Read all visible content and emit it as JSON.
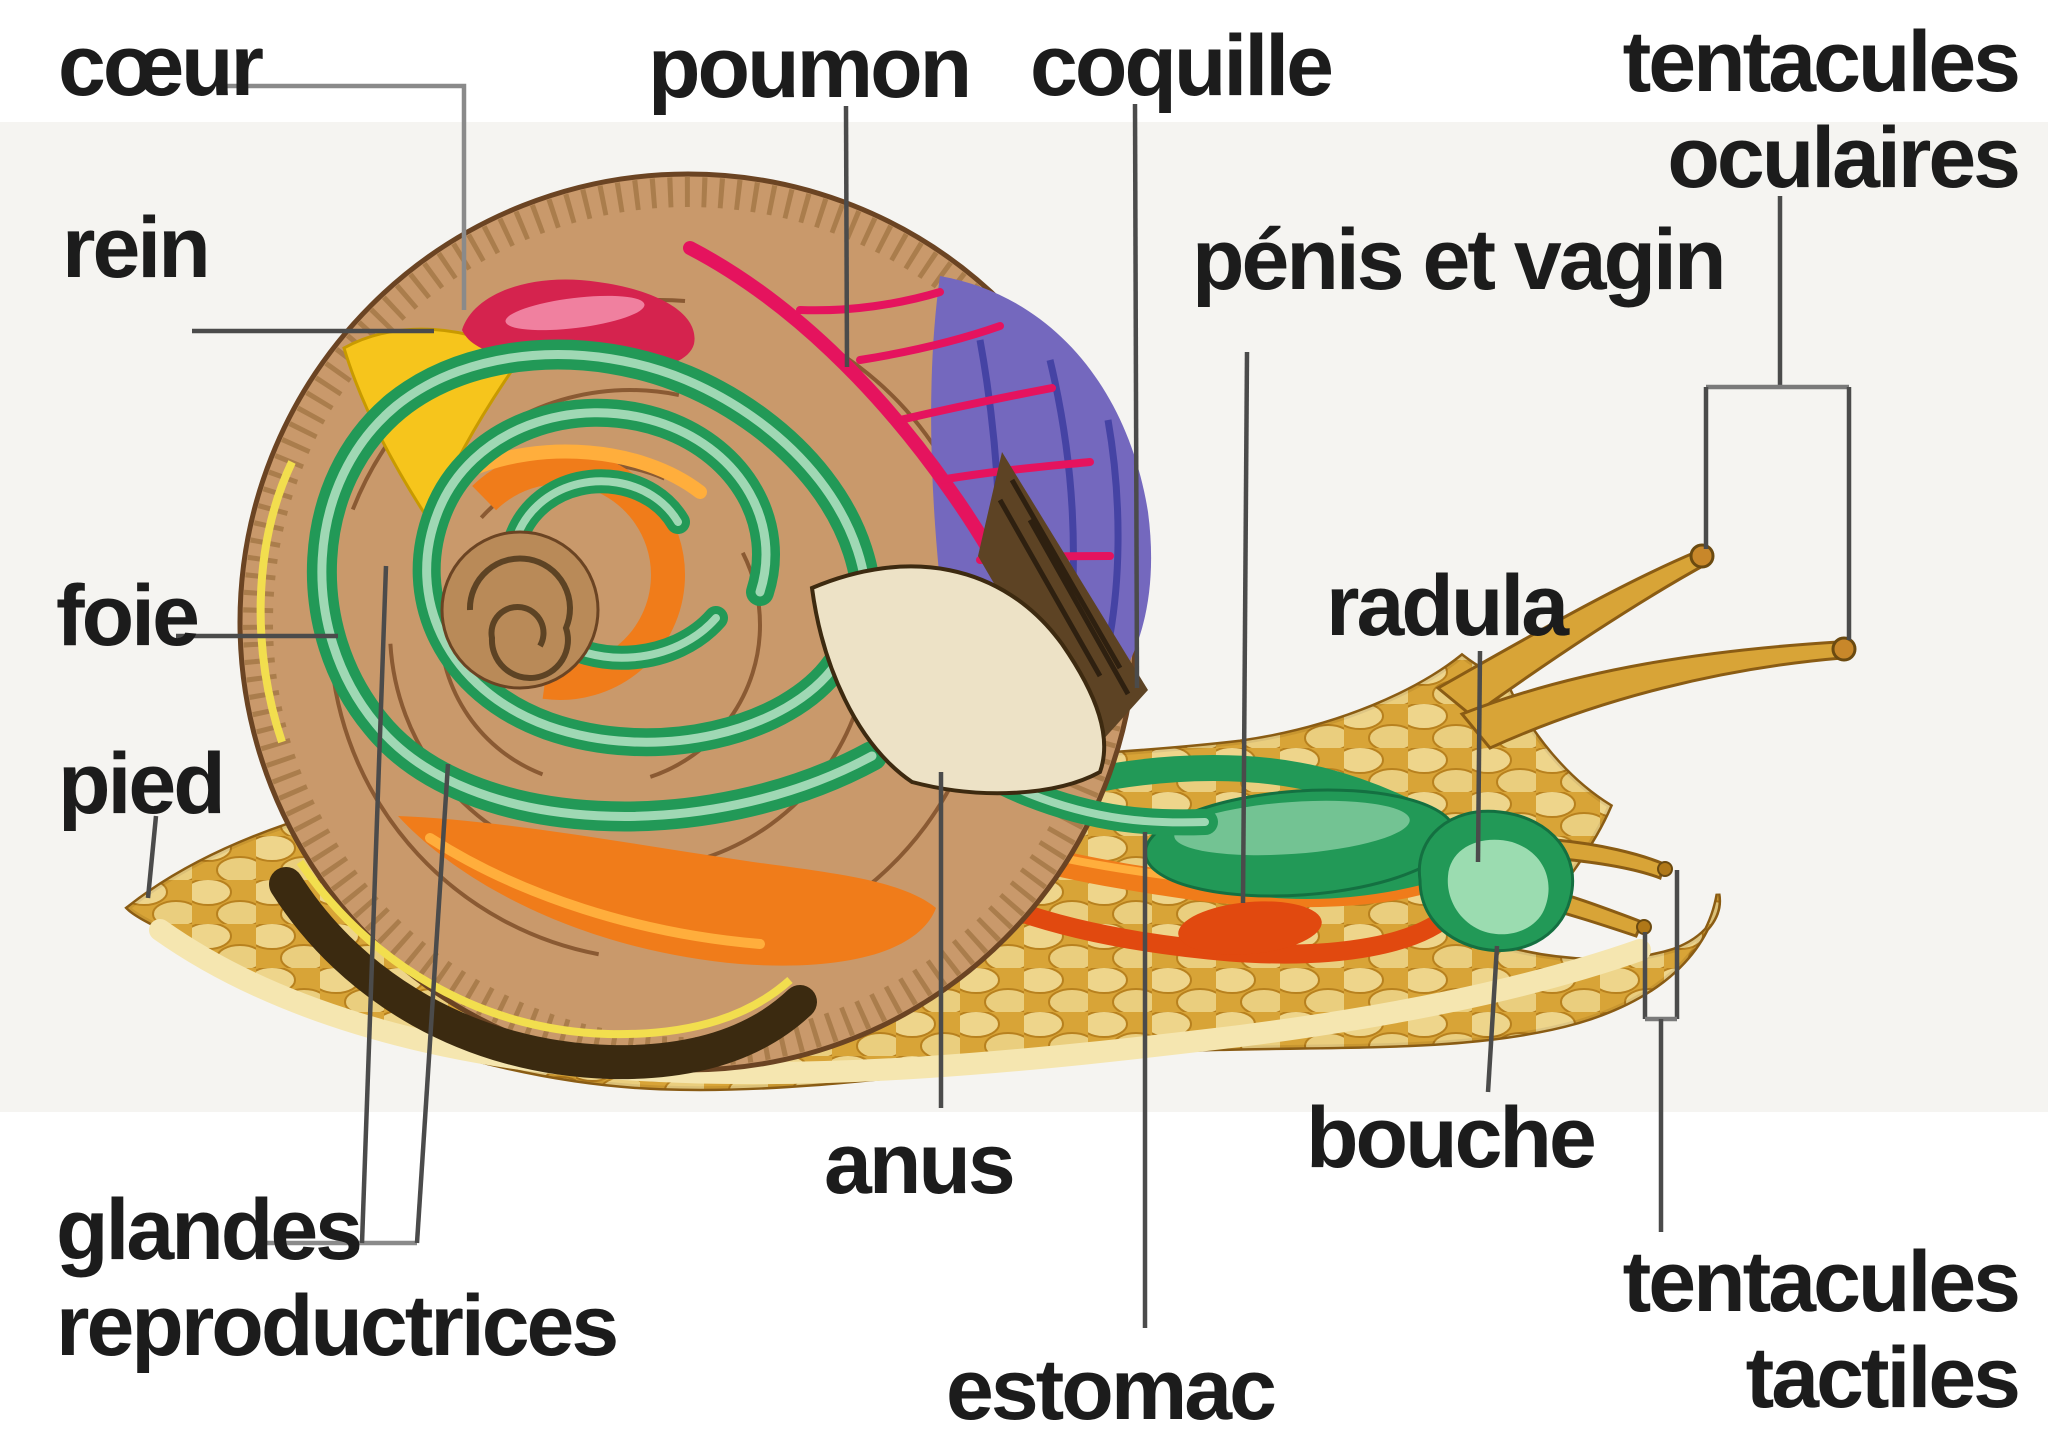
{
  "diagram": {
    "subject": "anatomie interne d'un escargot",
    "background": "#ffffff",
    "panel_tint": "#f5f4f1",
    "label_color": "#1c1c1c",
    "leader_color": "#4b4b4b",
    "labels": {
      "coeur": "cœur",
      "poumon": "poumon",
      "coquille": "coquille",
      "tentacules_oculaires_l1": "tentacules",
      "tentacules_oculaires_l2": "oculaires",
      "rein": "rein",
      "penis_et_vagin": "pénis et vagin",
      "foie": "foie",
      "radula": "radula",
      "pied": "pied",
      "anus": "anus",
      "bouche": "bouche",
      "glandes_l1": "glandes",
      "glandes_l2": "reproductrices",
      "estomac": "estomac",
      "tentacules_tactiles_l1": "tentacules",
      "tentacules_tactiles_l2": "tactiles"
    },
    "organs": [
      {
        "name": "coeur",
        "color": "#D5234E"
      },
      {
        "name": "rein",
        "color": "#F6C51C"
      },
      {
        "name": "poumon",
        "color": "#7468BE"
      },
      {
        "name": "vaisseaux-pulmonaires",
        "color": "#E5135E"
      },
      {
        "name": "foie-intestin",
        "color": "#229957"
      },
      {
        "name": "glande-digestive",
        "color": "#F07C1A"
      },
      {
        "name": "estomac",
        "color": "#229957"
      },
      {
        "name": "organes-genitaux",
        "color": "#E1490F"
      },
      {
        "name": "radula",
        "color": "#229957"
      },
      {
        "name": "coquille",
        "color": "#C9996B"
      },
      {
        "name": "pied",
        "color": "#D8A437"
      }
    ]
  }
}
